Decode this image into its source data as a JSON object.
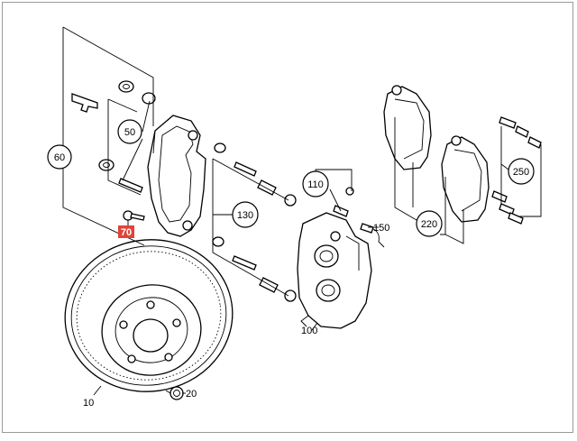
{
  "diagram": {
    "callouts": {
      "c10": "10",
      "c20": "20",
      "c50": "50",
      "c60": "60",
      "c70": "70",
      "c100": "100",
      "c110": "110",
      "c130": "130",
      "c150": "150",
      "c220": "220",
      "c250": "250"
    },
    "highlight": {
      "color": "#e0433a",
      "label_color": "#ffffff"
    }
  }
}
